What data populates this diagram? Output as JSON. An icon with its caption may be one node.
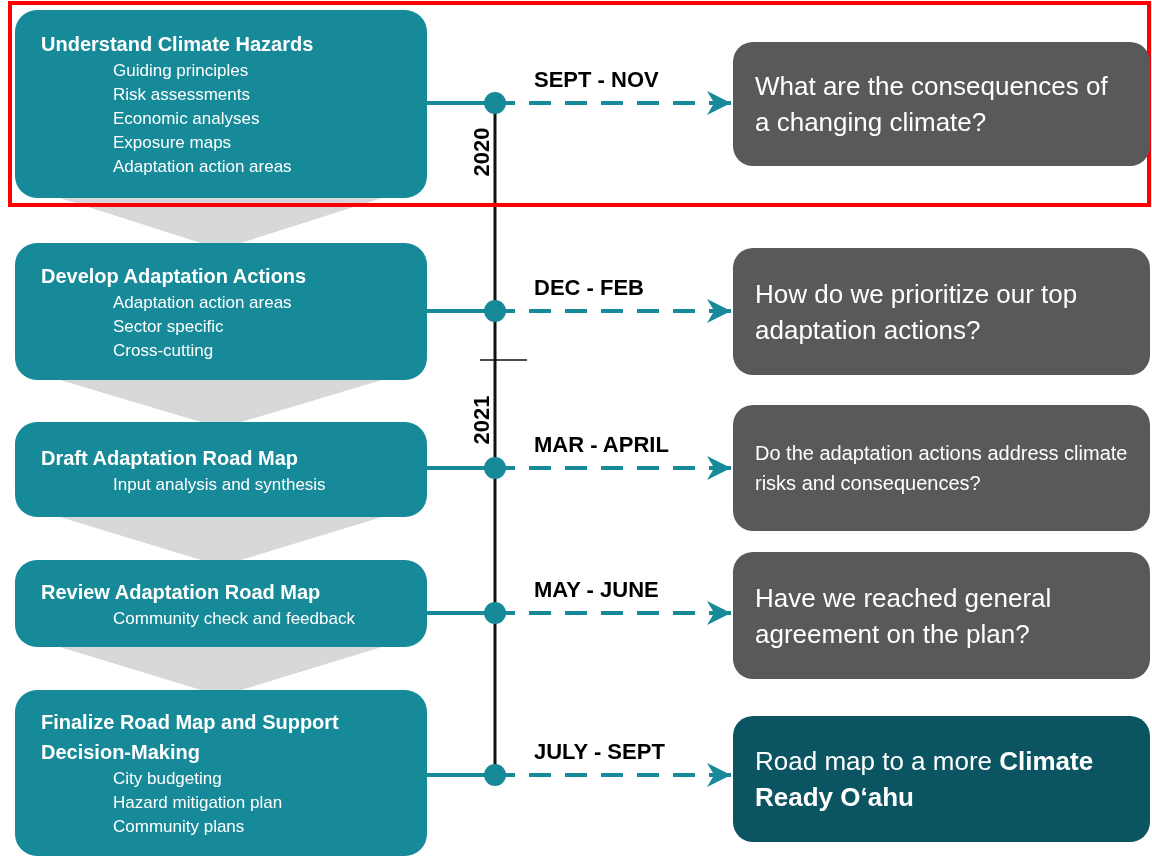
{
  "diagram": {
    "nodes": [
      {
        "text": [
          "Understand Climate Hazards",
          "Guiding principles",
          "Risk assessments",
          "Economic analyses",
          "Exposure maps",
          "Adaptation action areas"
        ]
      },
      {
        "text": [
          "Develop Adaptation Actions",
          "Adaptation action areas",
          "Sector specific",
          "Cross-cutting"
        ]
      },
      {
        "text": [
          "Draft Adaptation Road Map",
          "Input analysis and synthesis"
        ]
      },
      {
        "text": [
          "Review Adaptation Road Map",
          "Community check and feedback"
        ]
      },
      {
        "text": [
          "Finalize Road Map and Support Decision-Making",
          "City budgeting",
          "Hazard mitigation plan",
          "Community plans"
        ]
      },
      {
        "text": [
          "What are the consequences of a changing climate?"
        ]
      },
      {
        "text": [
          "How do we prioritize our top adaptation actions?"
        ]
      },
      {
        "text": [
          "Do the adaptation actions address climate risks and consequences?"
        ]
      },
      {
        "text": [
          "Have we reached general agreement on the plan?"
        ]
      },
      {
        "text": [
          "Road map to a more **Climate Ready O‘ahu**"
        ]
      }
    ],
    "edges": [
      {
        "from": 0,
        "to": 5,
        "arrow": "to",
        "label": "SEPT - NOV",
        "style": "dashed"
      },
      {
        "from": 1,
        "to": 6,
        "arrow": "to",
        "label": "DEC - FEB",
        "style": "dashed"
      },
      {
        "from": 2,
        "to": 7,
        "arrow": "to",
        "label": "MAR - APRIL",
        "style": "dashed"
      },
      {
        "from": 3,
        "to": 8,
        "arrow": "to",
        "label": "MAY - JUNE",
        "style": "dashed"
      },
      {
        "from": 4,
        "to": 9,
        "arrow": "to",
        "label": "JULY - SEPT",
        "style": "dashed"
      },
      {
        "from": 0,
        "to": 1,
        "arrow": "to",
        "style": "thick",
        "color": "#d6d8da"
      },
      {
        "from": 1,
        "to": 2,
        "arrow": "to",
        "style": "thick",
        "color": "#d6d8da"
      },
      {
        "from": 2,
        "to": 3,
        "arrow": "to",
        "style": "thick",
        "color": "#d6d8da"
      },
      {
        "from": 3,
        "to": 4,
        "arrow": "to",
        "style": "thick",
        "color": "#d6d8da"
      }
    ],
    "labels": [
      "2020",
      "2021"
    ]
  }
}
